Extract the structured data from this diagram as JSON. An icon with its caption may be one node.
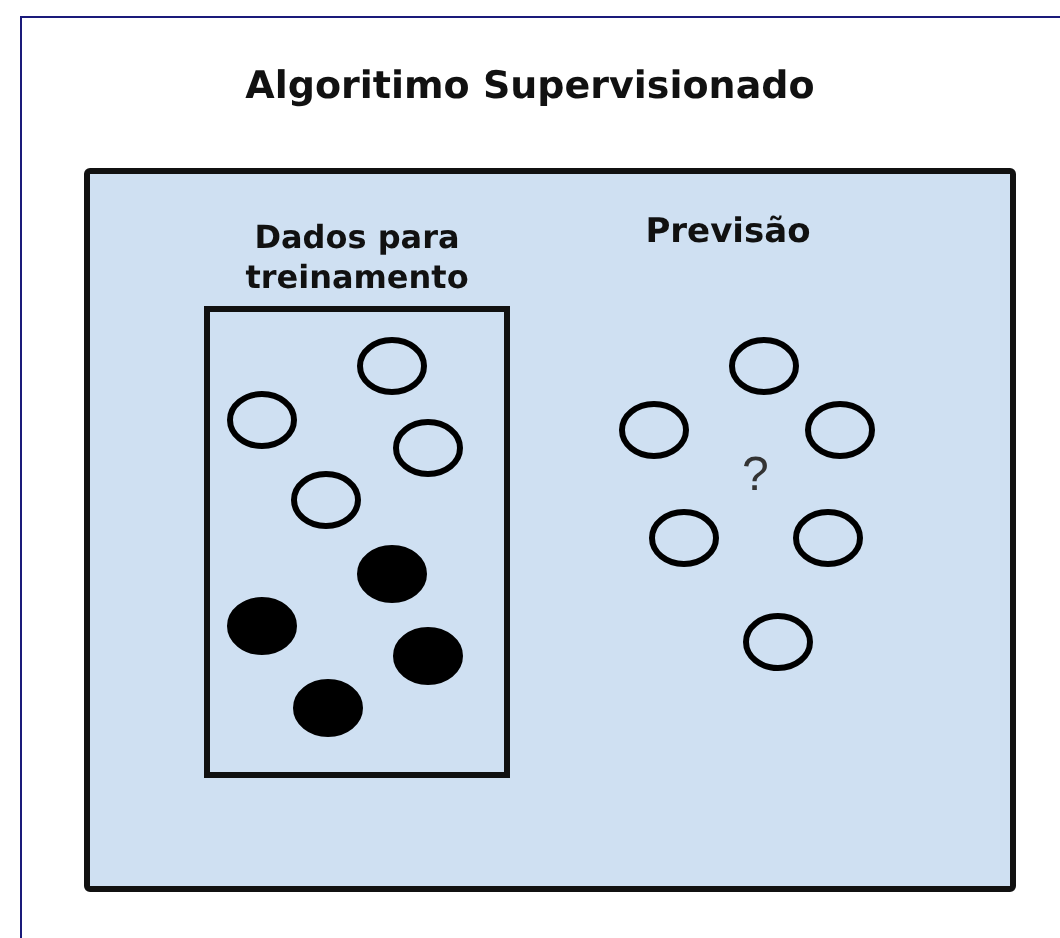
{
  "diagram": {
    "title": "Algoritimo Supervisionado",
    "nodes": [
      {
        "text": [],
        "shape": "box"
      },
      {
        "text": [
          "Dados para treinamento"
        ],
        "in": 0
      }
    ],
    "labels": [
      "Previsão",
      "?"
    ]
  }
}
